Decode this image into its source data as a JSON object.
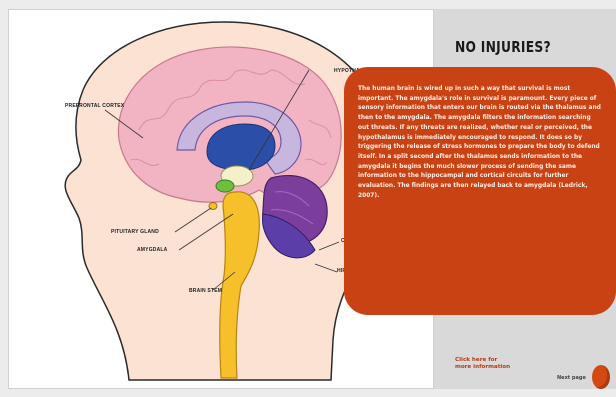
{
  "slide": {
    "title": "NO INJURIES?",
    "body": "The human brain is wired up in such a way that survival is most important. The amygdala's role in survival is paramount. Every piece of sensory information that enters our brain is routed via the thalamus and then to the amygdala. The amygdala filters the information searching out threats. If any threats are realized, whether real or perceived, the hypothalamus is immediately encouraged to respond. It does so by triggering the release of stress hormones to prepare the body to defend itself. In a split second after the thalamus sends information to the amygdala it begins the much slower process of sending the same information to the hippocampal and cortical circuits for further evaluation. The findings are then relayed back to amygdala (Ledrick, 2007).",
    "more_link": "Click here for more information",
    "next_label": "Next page"
  },
  "diagram_labels": {
    "prefrontal_cortex": "PREFRONTAL CORTEX",
    "hypothalamus": "HYPOTHA...",
    "pituitary_gland": "PITUITARY GLAND",
    "amygdala": "AMYGDALA",
    "brain_stem": "BRAIN STEM",
    "cerebellum": "C...",
    "hippocampus": "HIPP..."
  },
  "colors": {
    "info_box": "#c84213",
    "right_panel": "#d9d9d9",
    "brain_pink": "#f2b3c3",
    "cerebellum_purple": "#7b3e9c",
    "brain_stem_yellow": "#f6c02b",
    "ventricle_blue": "#2b4fa8"
  }
}
